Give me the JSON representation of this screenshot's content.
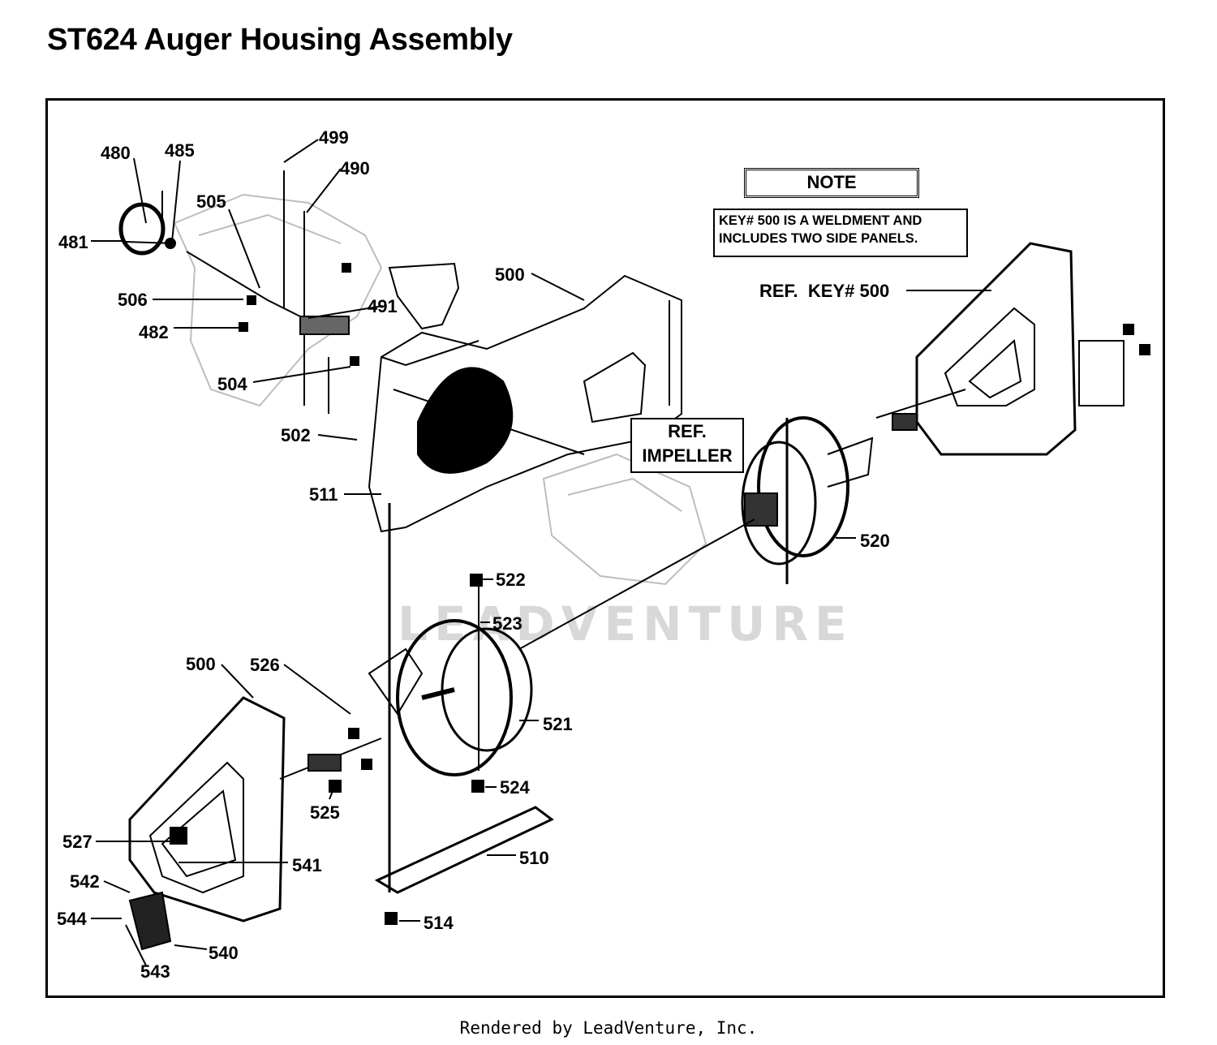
{
  "title": "ST624 Auger Housing Assembly",
  "note": {
    "heading": "NOTE",
    "body_line1": "KEY# 500 IS A WELDMENT AND",
    "body_line2": "INCLUDES TWO SIDE PANELS."
  },
  "ref_key": "REF.  KEY# 500",
  "ref_impeller_line1": "REF.",
  "ref_impeller_line2": "IMPELLER",
  "watermark": "LEADVENTURE",
  "footer": "Rendered by LeadVenture, Inc.",
  "part_labels": {
    "p480": "480",
    "p485": "485",
    "p499": "499",
    "p490": "490",
    "p505": "505",
    "p481": "481",
    "p506": "506",
    "p491": "491",
    "p482": "482",
    "p504": "504",
    "p502": "502",
    "p500a": "500",
    "p511": "511",
    "p520": "520",
    "p522": "522",
    "p523": "523",
    "p500b": "500",
    "p526": "526",
    "p521": "521",
    "p524": "524",
    "p525": "525",
    "p527": "527",
    "p510": "510",
    "p541": "541",
    "p542": "542",
    "p544": "544",
    "p514": "514",
    "p540": "540",
    "p543": "543"
  }
}
